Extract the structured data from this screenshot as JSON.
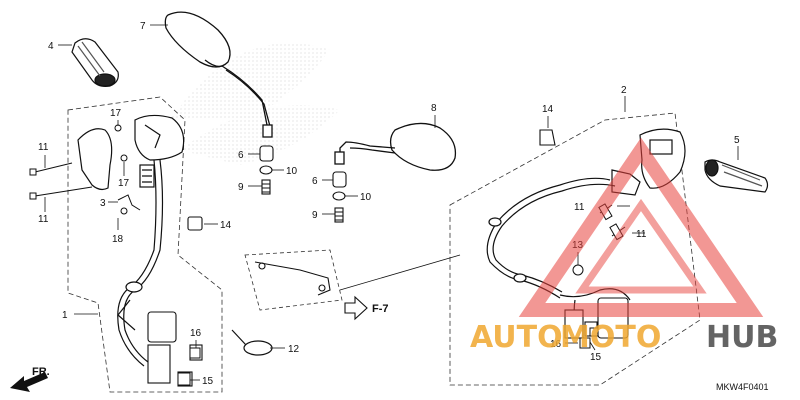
{
  "diagram": {
    "callouts": {
      "c1": "1",
      "c2": "2",
      "c3": "3",
      "c4": "4",
      "c5": "5",
      "c6a": "6",
      "c6b": "6",
      "c7": "7",
      "c8": "8",
      "c9a": "9",
      "c9b": "9",
      "c10a": "10",
      "c10b": "10",
      "c11a": "11",
      "c11b": "11",
      "c11c": "11",
      "c11d": "11",
      "c12": "12",
      "c13": "13",
      "c14a": "14",
      "c14b": "14",
      "c15a": "15",
      "c15b": "15",
      "c16a": "16",
      "c16b": "16",
      "c17a": "17",
      "c17b": "17",
      "c18": "18"
    },
    "ref_label": "F-7",
    "front_label": "FR.",
    "diagram_code": "MKW4F0401"
  },
  "watermark": {
    "part1": "AUTO",
    "part2": "MOTO",
    "part3": "HUB",
    "color_orange": "#f0a830",
    "color_red": "#e8413c",
    "color_dark": "#4a4a4a"
  }
}
